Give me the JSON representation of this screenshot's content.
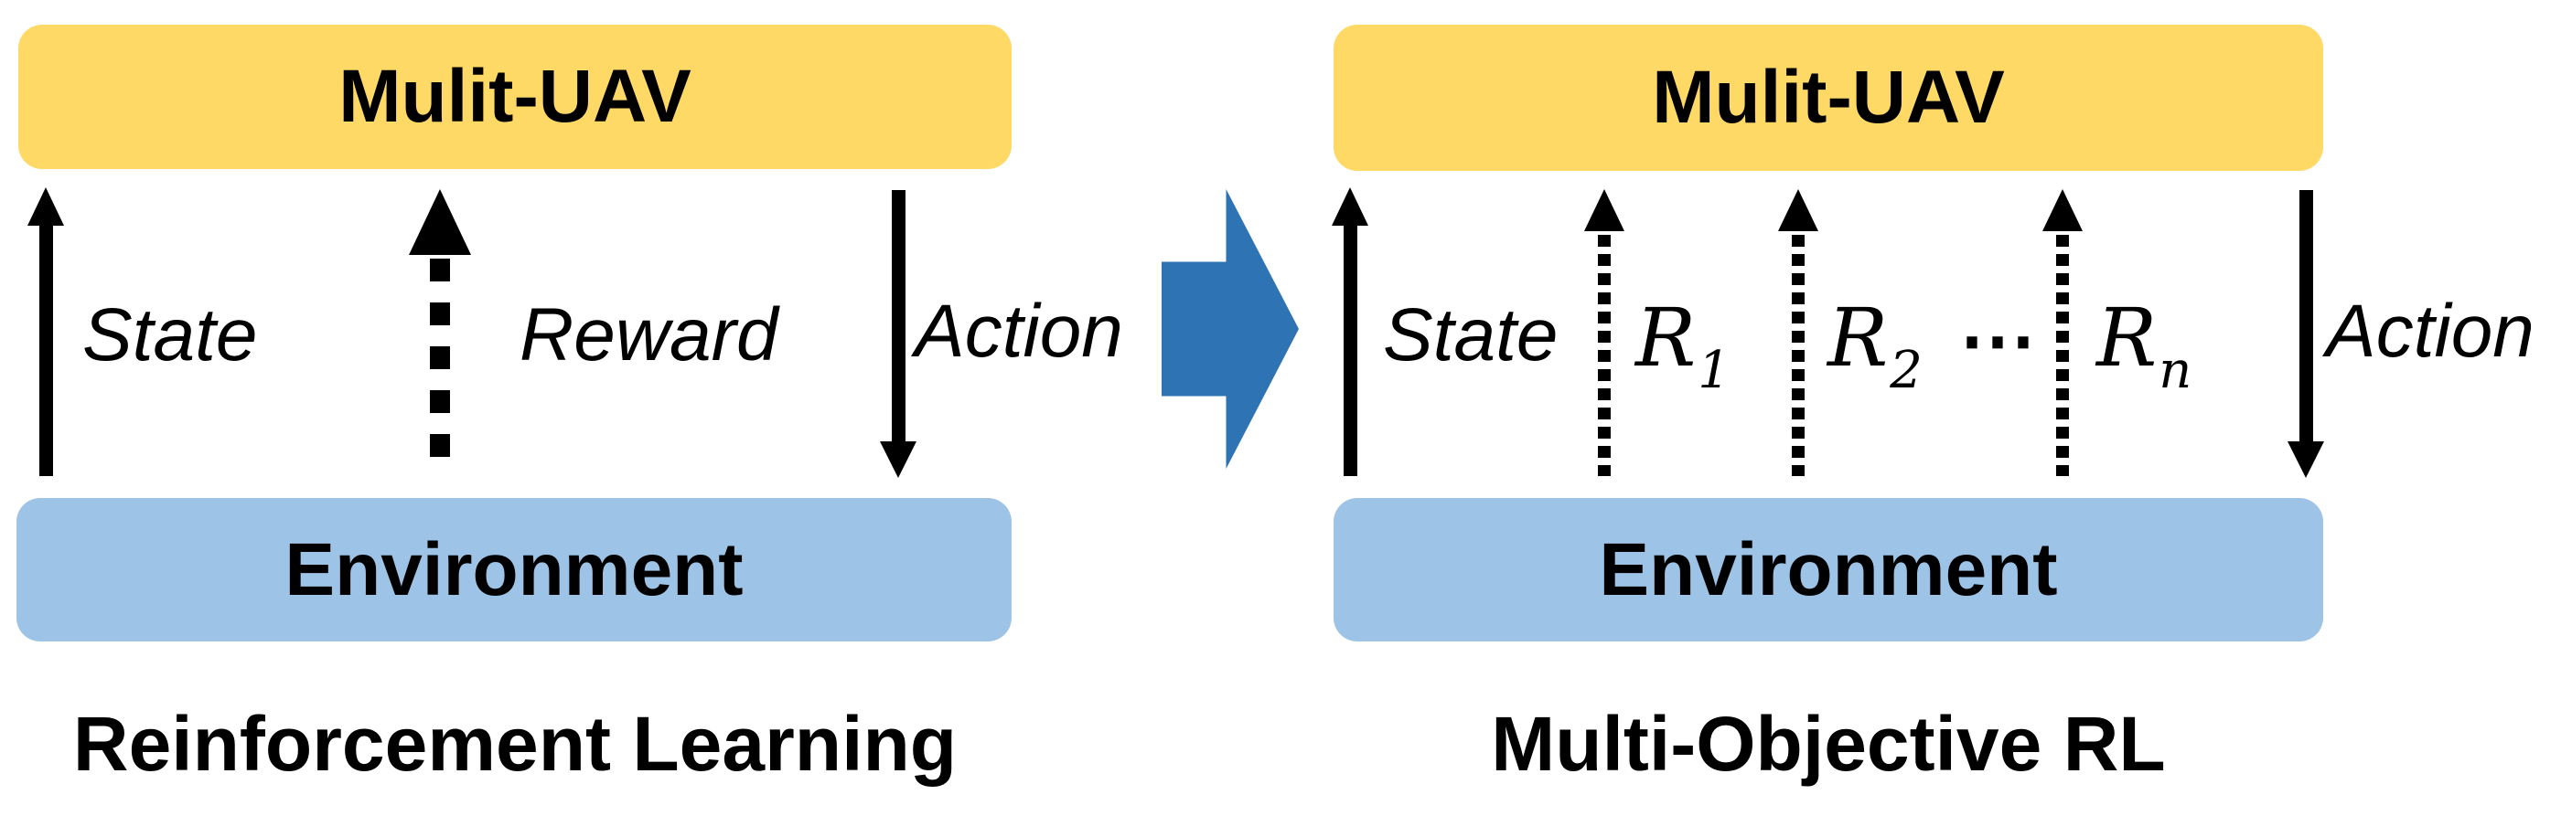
{
  "figure": {
    "left_panel": {
      "agent_box_label": "Mulit-UAV",
      "env_box_label": "Environment",
      "caption": "Reinforcement Learning",
      "state_label": "State",
      "reward_label": "Reward",
      "action_label": "Action"
    },
    "right_panel": {
      "agent_box_label": "Mulit-UAV",
      "env_box_label": "Environment",
      "caption": "Multi-Objective RL",
      "state_label": "State",
      "action_label": "Action",
      "dots_label": "⋯",
      "reward_labels": [
        {
          "base": "R",
          "sub": "1"
        },
        {
          "base": "R",
          "sub": "2"
        },
        {
          "base": "R",
          "sub": "n"
        }
      ]
    },
    "colors": {
      "agent_box_fill": "#FFD966",
      "env_box_fill": "#9DC3E6",
      "transform_arrow_fill": "#2E74B5",
      "arrow_color": "#000000"
    }
  }
}
